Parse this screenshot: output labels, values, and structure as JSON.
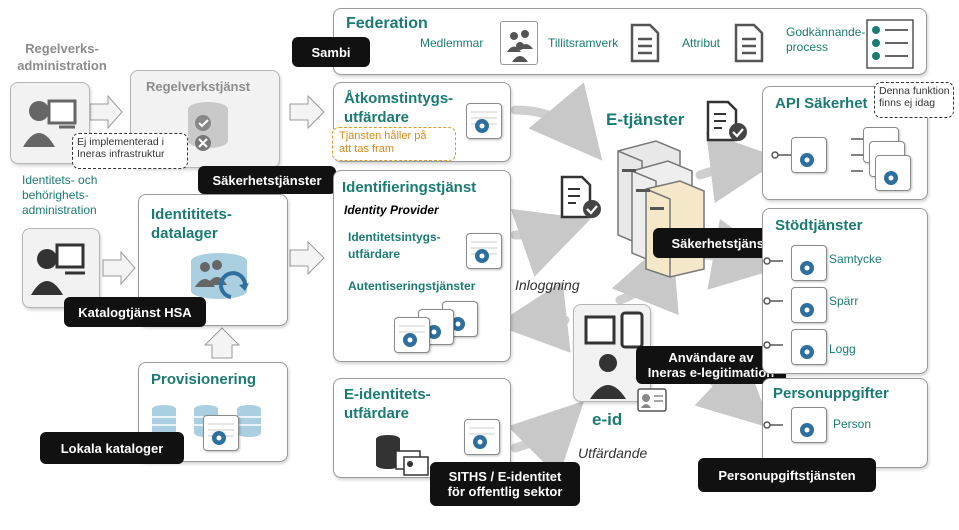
{
  "federation": {
    "title": "Federation",
    "members": "Medlemmar",
    "trust": "Tillitsramverk",
    "attribute": "Attribut",
    "approval": "Godkännande-\nprocess"
  },
  "sambi": "Sambi",
  "regelverk": {
    "admin_title": "Regelverks-\nadministration",
    "service_title": "Regelverkstjänst",
    "not_implemented": "Ej implementerad i\nIneras infrastruktur"
  },
  "identitets_admin": "Identitets- och\nbehörighets-\nadministration",
  "sakerhetstjanster_label": "Säkerhetstjänster",
  "atkomst": {
    "title": "Åtkomstintygs-\nutfärdare",
    "note": "Tjänsten håller på\natt tas fram"
  },
  "identifiering": {
    "title": "Identifieringstjänst",
    "subtitle": "Identity Provider",
    "intyg": "Identitetsintygs-\nutfärdare",
    "autentisering": "Autentiseringstjänster"
  },
  "datalager": {
    "title": "Identititets-\ndatalager",
    "hsa_label": "Katalogtjänst HSA"
  },
  "provisionering": {
    "title": "Provisionering",
    "local_label": "Lokala kataloger"
  },
  "eidentitet": {
    "title": "E-identitets-\nutfärdare",
    "siths_label": "SITHS / E-identitet\nför offentlig sektor"
  },
  "etjanster": {
    "title": "E-tjänster",
    "security_label": "Säkerhetstjänster"
  },
  "flows": {
    "login": "Inloggning",
    "issuing": "Utfärdande"
  },
  "eid": {
    "title": "e-id",
    "users_label": "Användare av\nIneras e-legitimation"
  },
  "api": {
    "title": "API Säkerhet",
    "note": "Denna funktion\nfinns ej idag"
  },
  "stod": {
    "title": "Stödtjänster",
    "items": [
      "Samtycke",
      "Spärr",
      "Logg"
    ]
  },
  "person": {
    "title": "Personuppgifter",
    "item": "Person",
    "label": "Personupgiftstjänsten"
  },
  "colors": {
    "teal": "#1b7b72",
    "gear_blue": "#2e6f9e",
    "orange": "#e0992a"
  }
}
